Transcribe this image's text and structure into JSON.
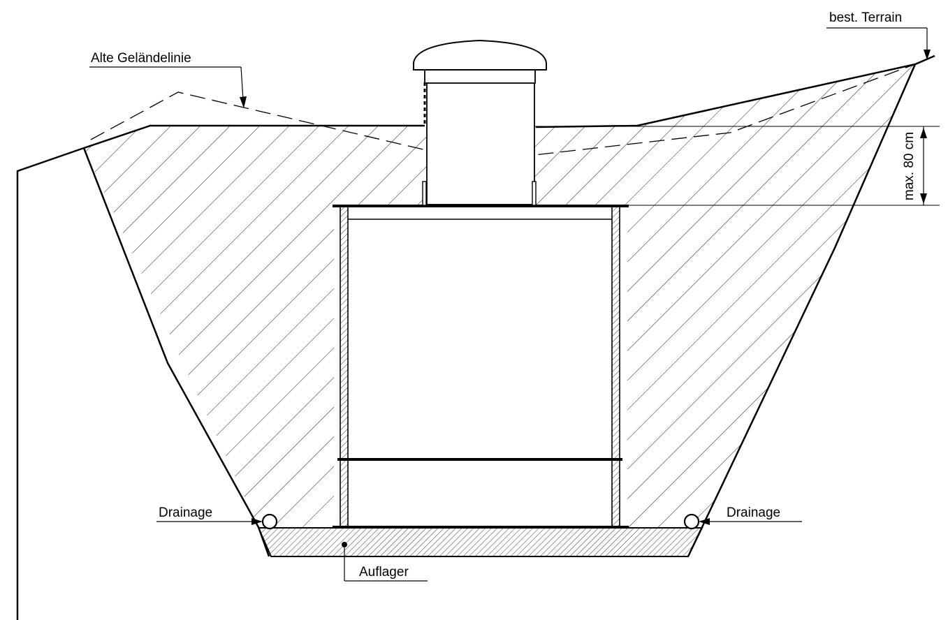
{
  "labels": {
    "old_terrain_line": "Alte Geländelinie",
    "existing_terrain": "best. Terrain",
    "max_cover": "max. 80 cm",
    "drainage_left": "Drainage",
    "drainage_right": "Drainage",
    "bedding": "Auflager"
  },
  "colors": {
    "ink": "#000000",
    "paper": "#ffffff"
  }
}
